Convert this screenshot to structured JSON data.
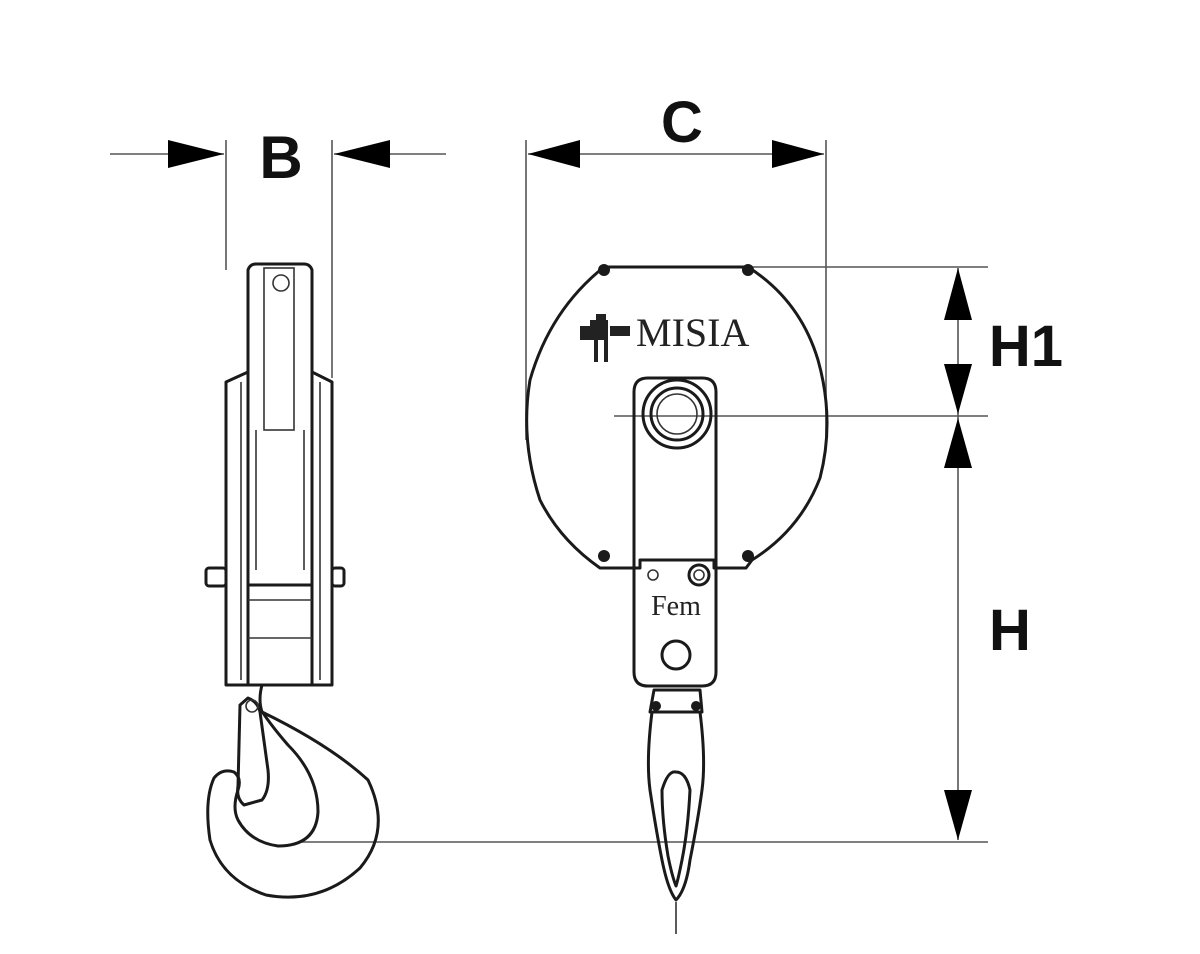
{
  "dimensions": {
    "b": "B",
    "c": "C",
    "h1": "H1",
    "h": "H"
  },
  "plate": {
    "brand": "MISIA",
    "mark": "Fem"
  }
}
